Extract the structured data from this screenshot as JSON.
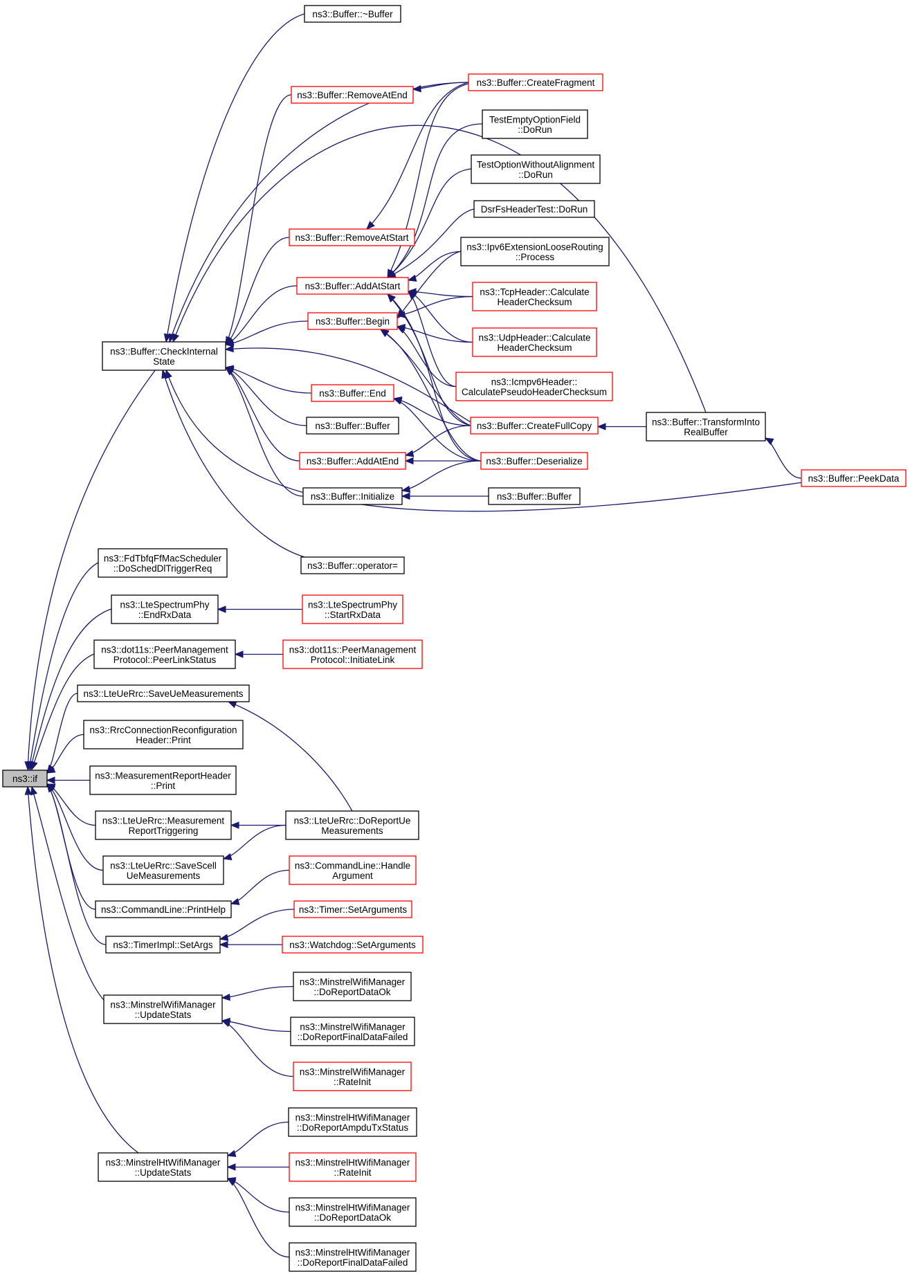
{
  "colors": {
    "edge": "#191970",
    "black_border": "#000000",
    "red_border": "#ff0000",
    "root_fill": "#bfbfbf"
  },
  "nodes": {
    "root": {
      "lines": [
        "ns3::if"
      ],
      "style": "root"
    },
    "bufDtor": {
      "lines": [
        "ns3::Buffer::~Buffer"
      ],
      "style": "black"
    },
    "createFragment": {
      "lines": [
        "ns3::Buffer::CreateFragment"
      ],
      "style": "red"
    },
    "removeAtEnd": {
      "lines": [
        "ns3::Buffer::RemoveAtEnd"
      ],
      "style": "red"
    },
    "testEmptyOpt": {
      "lines": [
        "TestEmptyOptionField",
        "::DoRun"
      ],
      "style": "black"
    },
    "testOptNoAlign": {
      "lines": [
        "TestOptionWithoutAlignment",
        "::DoRun"
      ],
      "style": "black"
    },
    "dsrFs": {
      "lines": [
        "DsrFsHeaderTest::DoRun"
      ],
      "style": "black"
    },
    "removeAtStart": {
      "lines": [
        "ns3::Buffer::RemoveAtStart"
      ],
      "style": "red"
    },
    "ipv6Ext": {
      "lines": [
        "ns3::Ipv6ExtensionLooseRouting",
        "::Process"
      ],
      "style": "black"
    },
    "addAtStart": {
      "lines": [
        "ns3::Buffer::AddAtStart"
      ],
      "style": "red"
    },
    "tcpHeader": {
      "lines": [
        "ns3::TcpHeader::Calculate",
        "HeaderChecksum"
      ],
      "style": "red"
    },
    "begin": {
      "lines": [
        "ns3::Buffer::Begin"
      ],
      "style": "red"
    },
    "udpHeader": {
      "lines": [
        "ns3::UdpHeader::Calculate",
        "HeaderChecksum"
      ],
      "style": "red"
    },
    "checkInternal": {
      "lines": [
        "ns3::Buffer::CheckInternal",
        "State"
      ],
      "style": "black"
    },
    "icmpv6": {
      "lines": [
        "ns3::Icmpv6Header::",
        "CalculatePseudoHeaderChecksum"
      ],
      "style": "red"
    },
    "end": {
      "lines": [
        "ns3::Buffer::End"
      ],
      "style": "red"
    },
    "transformInto": {
      "lines": [
        "ns3::Buffer::TransformInto",
        "RealBuffer"
      ],
      "style": "black"
    },
    "createFullCopy": {
      "lines": [
        "ns3::Buffer::CreateFullCopy"
      ],
      "style": "red"
    },
    "bufBuffer1": {
      "lines": [
        "ns3::Buffer::Buffer"
      ],
      "style": "black"
    },
    "addAtEnd": {
      "lines": [
        "ns3::Buffer::AddAtEnd"
      ],
      "style": "red"
    },
    "deserialize": {
      "lines": [
        "ns3::Buffer::Deserialize"
      ],
      "style": "red"
    },
    "peekData": {
      "lines": [
        "ns3::Buffer::PeekData"
      ],
      "style": "red"
    },
    "initialize": {
      "lines": [
        "ns3::Buffer::Initialize"
      ],
      "style": "black"
    },
    "bufBuffer2": {
      "lines": [
        "ns3::Buffer::Buffer"
      ],
      "style": "black"
    },
    "operatorEq": {
      "lines": [
        "ns3::Buffer::operator="
      ],
      "style": "black"
    },
    "fdTbfq": {
      "lines": [
        "ns3::FdTbfqFfMacScheduler",
        "::DoSchedDlTriggerReq"
      ],
      "style": "black"
    },
    "lteEndRx": {
      "lines": [
        "ns3::LteSpectrumPhy",
        "::EndRxData"
      ],
      "style": "black"
    },
    "lteStartRx": {
      "lines": [
        "ns3::LteSpectrumPhy",
        "::StartRxData"
      ],
      "style": "red"
    },
    "peerLinkStatus": {
      "lines": [
        "ns3::dot11s::PeerManagement",
        "Protocol::PeerLinkStatus"
      ],
      "style": "black"
    },
    "initiateLink": {
      "lines": [
        "ns3::dot11s::PeerManagement",
        "Protocol::InitiateLink"
      ],
      "style": "red"
    },
    "saveUeMeas": {
      "lines": [
        "ns3::LteUeRrc::SaveUeMeasurements"
      ],
      "style": "black"
    },
    "rrcConnReconf": {
      "lines": [
        "ns3::RrcConnectionReconfiguration",
        "Header::Print"
      ],
      "style": "black"
    },
    "measReportHdr": {
      "lines": [
        "ns3::MeasurementReportHeader",
        "::Print"
      ],
      "style": "black"
    },
    "measReportTrig": {
      "lines": [
        "ns3::LteUeRrc::Measurement",
        "ReportTriggering"
      ],
      "style": "black"
    },
    "doReportUeMeas": {
      "lines": [
        "ns3::LteUeRrc::DoReportUe",
        "Measurements"
      ],
      "style": "black"
    },
    "saveScellMeas": {
      "lines": [
        "ns3::LteUeRrc::SaveScell",
        "UeMeasurements"
      ],
      "style": "black"
    },
    "handleArg": {
      "lines": [
        "ns3::CommandLine::Handle",
        "Argument"
      ],
      "style": "red"
    },
    "printHelp": {
      "lines": [
        "ns3::CommandLine::PrintHelp"
      ],
      "style": "black"
    },
    "timerSetArgs": {
      "lines": [
        "ns3::Timer::SetArguments"
      ],
      "style": "red"
    },
    "timerImplSetArgs": {
      "lines": [
        "ns3::TimerImpl::SetArgs"
      ],
      "style": "black"
    },
    "watchdogSetArgs": {
      "lines": [
        "ns3::Watchdog::SetArguments"
      ],
      "style": "red"
    },
    "minstrelDataOk": {
      "lines": [
        "ns3::MinstrelWifiManager",
        "::DoReportDataOk"
      ],
      "style": "black"
    },
    "minstrelUpdate": {
      "lines": [
        "ns3::MinstrelWifiManager",
        "::UpdateStats"
      ],
      "style": "black"
    },
    "minstrelFinalFail": {
      "lines": [
        "ns3::MinstrelWifiManager",
        "::DoReportFinalDataFailed"
      ],
      "style": "black"
    },
    "minstrelRateInit": {
      "lines": [
        "ns3::MinstrelWifiManager",
        "::RateInit"
      ],
      "style": "red"
    },
    "htAmpdu": {
      "lines": [
        "ns3::MinstrelHtWifiManager",
        "::DoReportAmpduTxStatus"
      ],
      "style": "black"
    },
    "htUpdate": {
      "lines": [
        "ns3::MinstrelHtWifiManager",
        "::UpdateStats"
      ],
      "style": "black"
    },
    "htRateInit": {
      "lines": [
        "ns3::MinstrelHtWifiManager",
        "::RateInit"
      ],
      "style": "red"
    },
    "htDataOk": {
      "lines": [
        "ns3::MinstrelHtWifiManager",
        "::DoReportDataOk"
      ],
      "style": "black"
    },
    "htFinalFail": {
      "lines": [
        "ns3::MinstrelHtWifiManager",
        "::DoReportFinalDataFailed"
      ],
      "style": "black"
    }
  },
  "edges": [
    [
      "root",
      "checkInternal"
    ],
    [
      "root",
      "fdTbfq"
    ],
    [
      "root",
      "lteEndRx"
    ],
    [
      "root",
      "peerLinkStatus"
    ],
    [
      "root",
      "saveUeMeas"
    ],
    [
      "root",
      "rrcConnReconf"
    ],
    [
      "root",
      "measReportHdr"
    ],
    [
      "root",
      "measReportTrig"
    ],
    [
      "root",
      "saveScellMeas"
    ],
    [
      "root",
      "printHelp"
    ],
    [
      "root",
      "timerImplSetArgs"
    ],
    [
      "root",
      "minstrelUpdate"
    ],
    [
      "root",
      "htUpdate"
    ],
    [
      "checkInternal",
      "bufDtor"
    ],
    [
      "checkInternal",
      "removeAtEnd"
    ],
    [
      "checkInternal",
      "createFragment"
    ],
    [
      "checkInternal",
      "removeAtStart"
    ],
    [
      "checkInternal",
      "addAtStart"
    ],
    [
      "checkInternal",
      "begin"
    ],
    [
      "checkInternal",
      "transformInto"
    ],
    [
      "checkInternal",
      "createFullCopy"
    ],
    [
      "checkInternal",
      "end"
    ],
    [
      "checkInternal",
      "bufBuffer1"
    ],
    [
      "checkInternal",
      "addAtEnd"
    ],
    [
      "checkInternal",
      "initialize"
    ],
    [
      "checkInternal",
      "operatorEq"
    ],
    [
      "checkInternal",
      "peekData"
    ],
    [
      "removeAtEnd",
      "createFragment"
    ],
    [
      "removeAtStart",
      "createFragment"
    ],
    [
      "addAtStart",
      "createFragment"
    ],
    [
      "addAtStart",
      "testEmptyOpt"
    ],
    [
      "addAtStart",
      "testOptNoAlign"
    ],
    [
      "addAtStart",
      "dsrFs"
    ],
    [
      "addAtStart",
      "ipv6Ext"
    ],
    [
      "addAtStart",
      "tcpHeader"
    ],
    [
      "addAtStart",
      "udpHeader"
    ],
    [
      "addAtStart",
      "icmpv6"
    ],
    [
      "addAtStart",
      "createFullCopy"
    ],
    [
      "addAtStart",
      "deserialize"
    ],
    [
      "begin",
      "ipv6Ext"
    ],
    [
      "begin",
      "tcpHeader"
    ],
    [
      "begin",
      "udpHeader"
    ],
    [
      "begin",
      "icmpv6"
    ],
    [
      "begin",
      "createFullCopy"
    ],
    [
      "begin",
      "deserialize"
    ],
    [
      "end",
      "createFullCopy"
    ],
    [
      "end",
      "deserialize"
    ],
    [
      "addAtEnd",
      "createFullCopy"
    ],
    [
      "addAtEnd",
      "deserialize"
    ],
    [
      "initialize",
      "deserialize"
    ],
    [
      "initialize",
      "bufBuffer2"
    ],
    [
      "createFullCopy",
      "transformInto"
    ],
    [
      "transformInto",
      "peekData"
    ],
    [
      "lteEndRx",
      "lteStartRx"
    ],
    [
      "peerLinkStatus",
      "initiateLink"
    ],
    [
      "saveUeMeas",
      "doReportUeMeas"
    ],
    [
      "measReportTrig",
      "doReportUeMeas"
    ],
    [
      "saveScellMeas",
      "doReportUeMeas"
    ],
    [
      "printHelp",
      "handleArg"
    ],
    [
      "timerImplSetArgs",
      "timerSetArgs"
    ],
    [
      "timerImplSetArgs",
      "watchdogSetArgs"
    ],
    [
      "minstrelUpdate",
      "minstrelDataOk"
    ],
    [
      "minstrelUpdate",
      "minstrelFinalFail"
    ],
    [
      "minstrelUpdate",
      "minstrelRateInit"
    ],
    [
      "htUpdate",
      "htAmpdu"
    ],
    [
      "htUpdate",
      "htRateInit"
    ],
    [
      "htUpdate",
      "htDataOk"
    ],
    [
      "htUpdate",
      "htFinalFail"
    ]
  ]
}
